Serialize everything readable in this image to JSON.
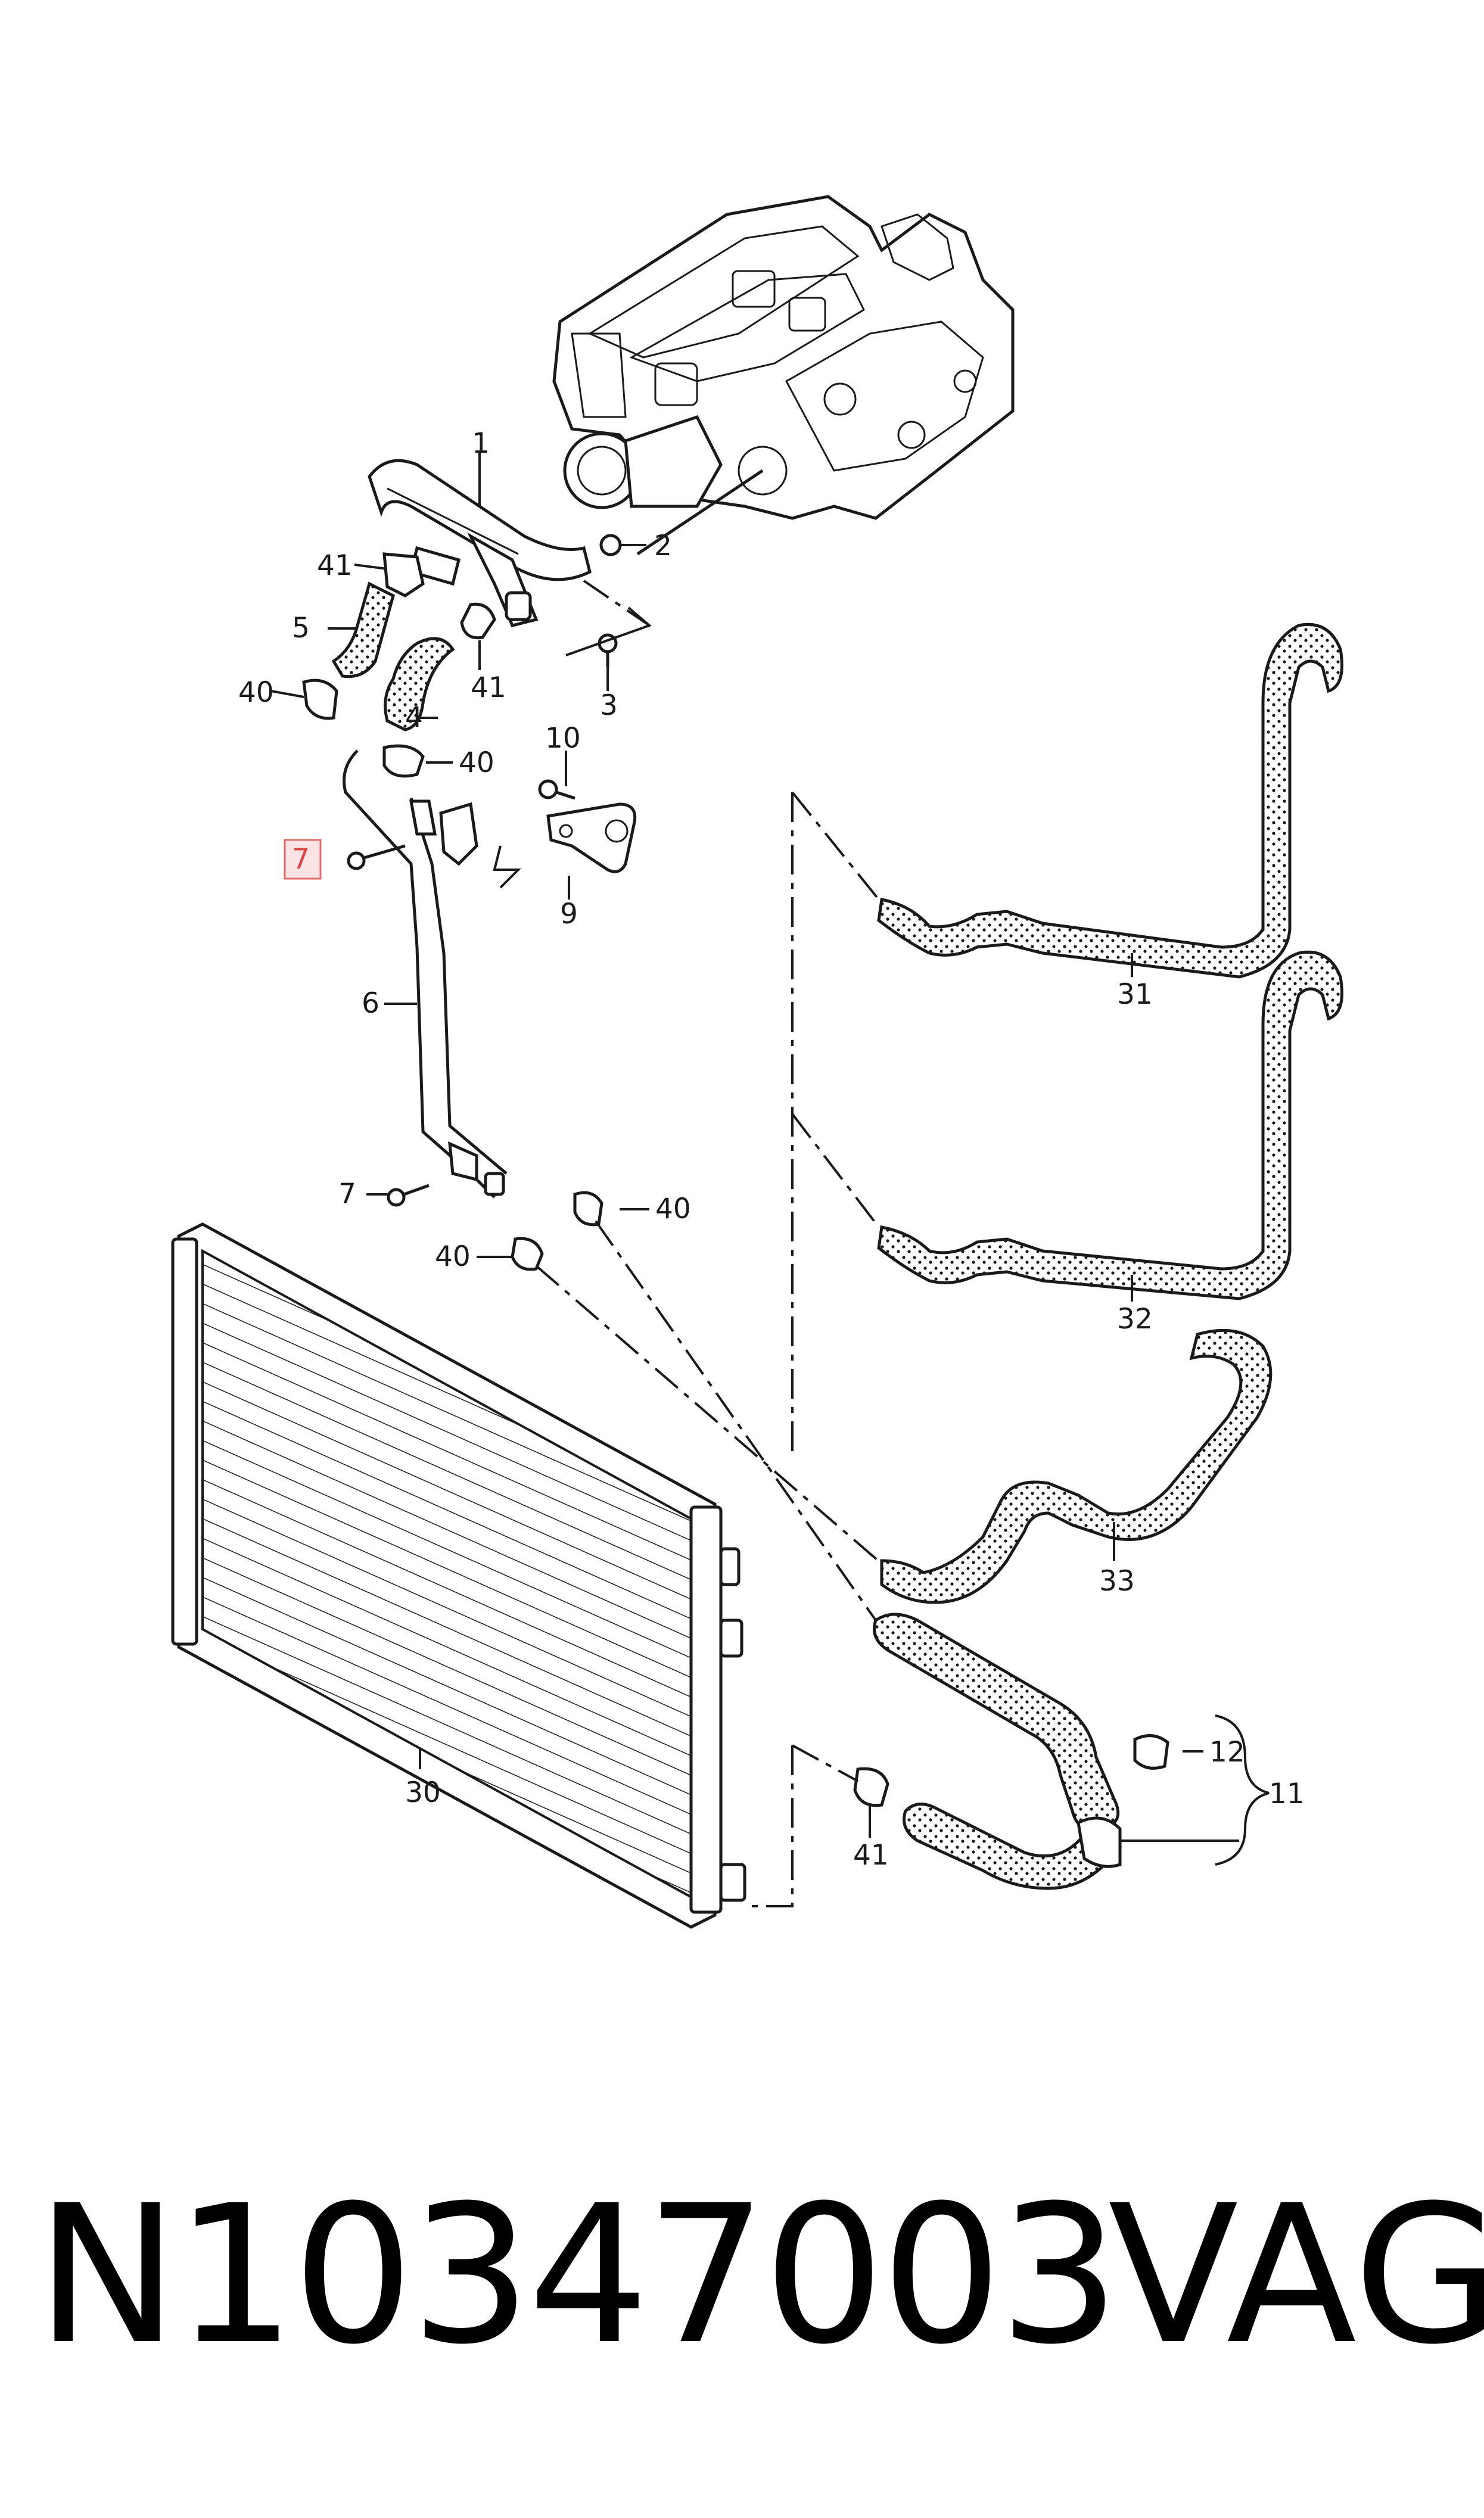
{
  "callouts": {
    "c1": "1",
    "c2": "2",
    "c3": "3",
    "c4": "4",
    "c5": "5",
    "c6": "6",
    "c7_highlighted": "7",
    "c7": "7",
    "c9": "9",
    "c10": "10",
    "c11": "11",
    "c12": "12",
    "c30": "30",
    "c31": "31",
    "c32": "32",
    "c33": "33",
    "c40_a": "40",
    "c40_b": "40",
    "c40_c": "40",
    "c40_d": "40",
    "c41_a": "41",
    "c41_b": "41",
    "c41_c": "41"
  },
  "highlight_color": "#e86a6a",
  "footer": {
    "part_number": "N10347003",
    "brand": "VAG"
  }
}
